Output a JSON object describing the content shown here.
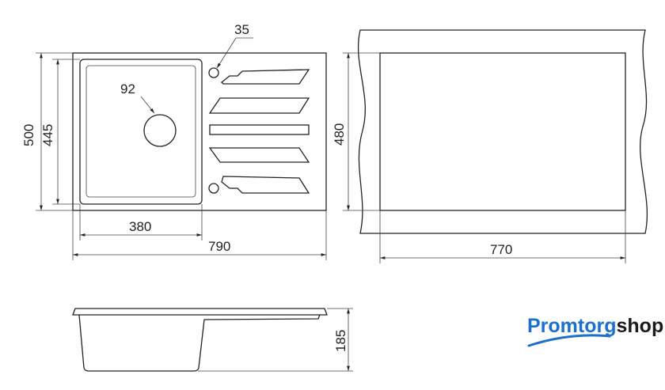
{
  "dimensions": {
    "overall_height": "500",
    "bowl_height": "445",
    "bowl_width": "380",
    "overall_width": "790",
    "drain_diameter": "92",
    "tap_hole": "35",
    "cutout_height": "480",
    "cutout_width": "770",
    "depth": "185"
  },
  "logo": {
    "part1": "Promtorg",
    "part2": "shop",
    "color_primary": "#1a6fd1",
    "color_secondary": "#1a1a1a"
  }
}
